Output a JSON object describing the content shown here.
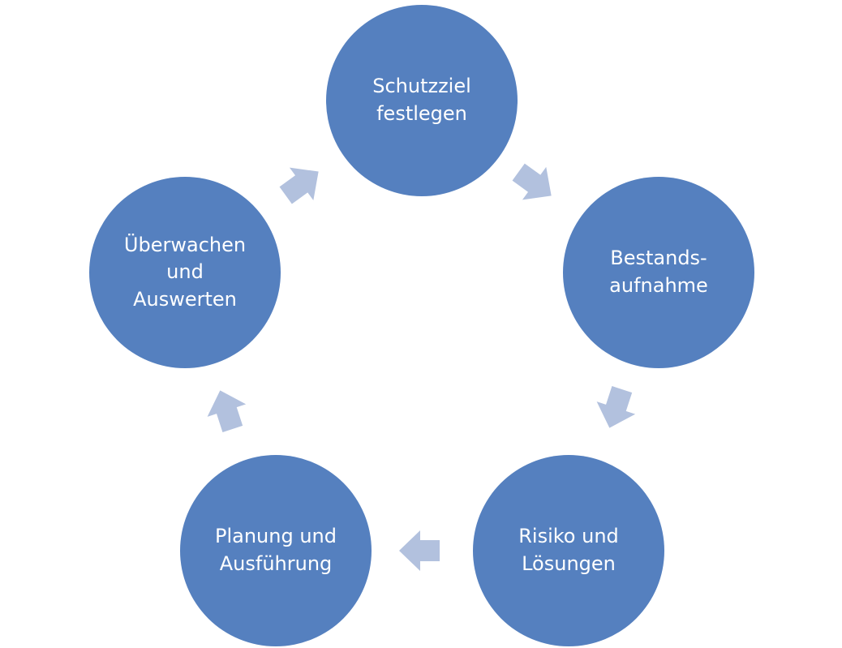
{
  "colors": {
    "node_fill": "#5580bf",
    "arrow_fill": "#b2c1de",
    "text": "#ffffff"
  },
  "diagram": {
    "type": "cycle",
    "nodes": [
      {
        "label": "Schutzziel\nfestlegen"
      },
      {
        "label": "Bestands-\naufnahme"
      },
      {
        "label": "Risiko und\nLösungen"
      },
      {
        "label": "Planung und\nAusführung"
      },
      {
        "label": "Überwachen\nund\nAuswerten"
      }
    ],
    "edges": [
      {
        "from": 0,
        "to": 1
      },
      {
        "from": 1,
        "to": 2
      },
      {
        "from": 2,
        "to": 3
      },
      {
        "from": 3,
        "to": 4
      },
      {
        "from": 4,
        "to": 0
      }
    ]
  }
}
